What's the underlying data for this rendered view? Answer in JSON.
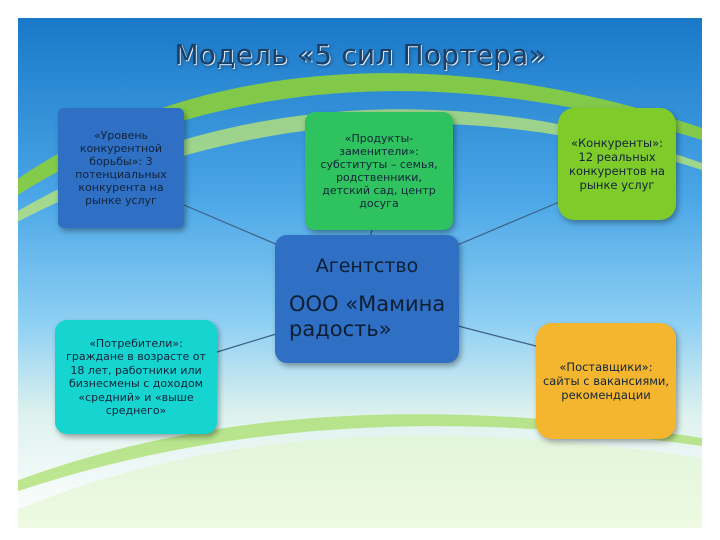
{
  "title": "Модель «5 сил Портера»",
  "center": {
    "line1": "Агентство",
    "line2": "ООО «Мамина радость»"
  },
  "forces": {
    "rivalry": "«Уровень конкурентной борьбы»: 3 потенциальных конкурента на рынке услуг",
    "substitutes": "«Продукты-заменители»: субституты – семья, родственники, детский сад, центр досуга",
    "competitors": "«Конкуренты»: 12 реальных конкурентов на рынке услуг",
    "consumers": "«Потребители»: граждане в возрасте от 18 лет, работники или бизнесмены с доходом «средний» и «выше среднего»",
    "suppliers": "«Поставщики»: сайты с вакансиями, рекомендации"
  },
  "colors": {
    "rivalry": "#2f6fc4",
    "substitutes": "#2fc35f",
    "competitors": "#7fcb2a",
    "consumers": "#16d4cf",
    "suppliers": "#f4b62f",
    "center": "#2f6fc4",
    "title": "#1b3f66"
  }
}
